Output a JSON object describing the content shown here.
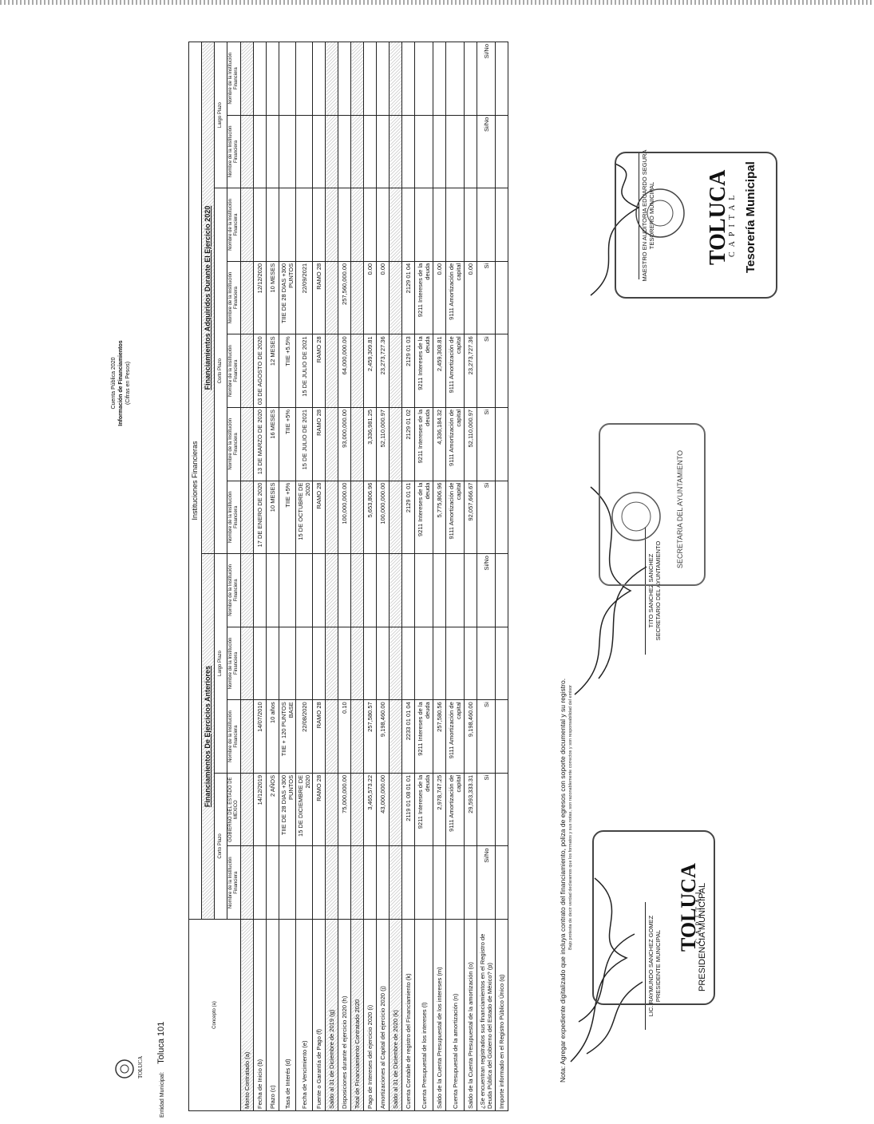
{
  "header": {
    "line1": "Cuenta Pública 2020",
    "line2": "Información de Financiamientos",
    "line3": "(Cifras en Pesos)"
  },
  "entidad": {
    "label": "Entidad Municipal:",
    "value": "Toluca 101"
  },
  "logo_text": "TOLUCA",
  "table": {
    "concept_header": "Concepto (a)",
    "group_header": "Instituciones Financieras",
    "section1_title": "Financiamientos De Ejercicios Anteriores",
    "section2_title": "Financiamientos Adquiridos Durante El Ejercicio 2020",
    "corto_plazo": "Corto Plazo",
    "largo_plazo": "Largo Plazo",
    "col_headers": [
      "Nombre de la Institución Financiera",
      "GOBIERNO DEL ESTADO DE MEXICO",
      "Nombre de la Institución Financiera",
      "Nombre de la Institución Financiera",
      "Nombre de la Institución Financiera",
      "Nombre de la Institución Financiera",
      "Nombre de la Institución Financiera",
      "Nombre de la Institución Financiera",
      "Nombre de la Institución Financiera",
      "Nombre de la Institución Financiera",
      "Nombre de la Institución Financiera",
      "Nombre de la Institución Financiera"
    ],
    "rows": [
      {
        "label": "Monto Contratado (a)",
        "cells": [
          "",
          "",
          "",
          "",
          "",
          "",
          "",
          "",
          "",
          "",
          "",
          ""
        ],
        "hatch": true
      },
      {
        "label": "Fecha de Inicio (b)",
        "cells": [
          "",
          "14/12/2019",
          "14/07/2010",
          "",
          "",
          "17 DE ENERO DE 2020",
          "13 DE MARZO DE 2020",
          "03 DE AGOSTO DE 2020",
          "12/12/2020",
          "",
          "",
          ""
        ]
      },
      {
        "label": "Plazo (c)",
        "cells": [
          "",
          "2 AÑOS",
          "10 años",
          "",
          "",
          "10 MESES",
          "16 MESES",
          "12 MESES",
          "10 MESES",
          "",
          "",
          ""
        ]
      },
      {
        "label": "Tasa de Interés (d)",
        "cells": [
          "",
          "TIIE DE 28 DIAS +300 PUNTOS",
          "TIIE + 120 PUNTOS BASE",
          "",
          "",
          "TIIE +5%",
          "TIIE +5%",
          "TIIE +5.5%",
          "TIIE DE 28 DIAS +300 PUNTOS",
          "",
          "",
          ""
        ]
      },
      {
        "label": "Fecha de Vencimiento (e)",
        "cells": [
          "",
          "15 DE DICIEMBRE DE 2020",
          "22/08/2020",
          "",
          "",
          "15 DE OCTUBRE DE 2020",
          "15 DE JULIO DE 2021",
          "15 DE JULIO DE 2021",
          "22/09/2021",
          "",
          "",
          ""
        ]
      },
      {
        "label": "Fuente o Garantía de Pago (f)",
        "cells": [
          "",
          "RAMO 28",
          "RAMO 28",
          "",
          "",
          "RAMO 28",
          "RAMO 28",
          "RAMO 28",
          "RAMO 28",
          "",
          "",
          ""
        ]
      },
      {
        "label": "Saldo al 31 de Diciembre de 2019 (g)",
        "cells": [
          "",
          "",
          "",
          "",
          "",
          "",
          "",
          "",
          "",
          "",
          "",
          ""
        ],
        "hatch": true
      },
      {
        "label": "Disposiciones durante el ejercicio 2020 (h)",
        "cells": [
          "",
          "75,000,000.00",
          "0.10",
          "",
          "",
          "100,000,000.00",
          "93,000,000.00",
          "64,000,000.00",
          "257,560,000.00",
          "",
          "",
          ""
        ]
      },
      {
        "label": "Total de Financiamiento Contratado 2020",
        "cells": [
          "",
          "",
          "",
          "",
          "",
          "",
          "",
          "",
          "",
          "",
          "",
          ""
        ],
        "hatch": true
      },
      {
        "label": "Pago de Intereses del ejercicio 2020 (i)",
        "cells": [
          "",
          "3,465,573.22",
          "257,580.57",
          "",
          "",
          "5,653,806.96",
          "3,336,981.25",
          "2,459,309.81",
          "0.00",
          "",
          "",
          ""
        ]
      },
      {
        "label": "Amortizaciones al Capital del ejercicio 2020 (j)",
        "cells": [
          "",
          "43,000,000.00",
          "9,198,460.00",
          "",
          "",
          "100,000,000.00",
          "52,110,000.97",
          "23,273,727.36",
          "0.00",
          "",
          "",
          ""
        ]
      },
      {
        "label": "Saldo al 31 de Diciembre de 2020 (k)",
        "cells": [
          "",
          "",
          "",
          "",
          "",
          "",
          "",
          "",
          "",
          "",
          "",
          ""
        ],
        "hatch": true
      },
      {
        "label": "Cuenta Contable de registro del Financiamiento (k)",
        "cells": [
          "",
          "2119 01 08 01 01",
          "2233 01 01 04",
          "",
          "",
          "2129 01 01",
          "2129 01 02",
          "2129 01 03",
          "2129 01 04",
          "",
          "",
          ""
        ]
      },
      {
        "label": "Cuenta Presupuestal de los intereses (l)",
        "cells": [
          "",
          "9211 Intereses de la deuda",
          "9211 Intereses de la deuda",
          "",
          "",
          "9211 Intereses de la deuda",
          "9211 Intereses de la deuda",
          "9211 Intereses de la deuda",
          "9211 Intereses de la deuda",
          "",
          "",
          ""
        ],
        "tall": true
      },
      {
        "label": "Saldo de la Cuenta Presupuestal de los intereses (m)",
        "cells": [
          "",
          "2,978,747.25",
          "257,580.56",
          "",
          "",
          "5,775,806.96",
          "4,336,184.32",
          "2,459,308.81",
          "0.00",
          "",
          "",
          ""
        ]
      },
      {
        "label": "Cuenta Presupuestal de la amortización (n)",
        "cells": [
          "",
          "9111 Amortización de capital",
          "9111 Amortización de capital",
          "",
          "",
          "9111 Amortización de capital",
          "9111 Amortización de capital",
          "9111 Amortización de capital",
          "9111 Amortización de capital",
          "",
          "",
          ""
        ],
        "tall": true
      },
      {
        "label": "Saldo de la Cuenta Presupuestal de la amortización (o)",
        "cells": [
          "",
          "29,593,333.31",
          "9,198,460.00",
          "",
          "",
          "92,057,666.67",
          "52,110,000.97",
          "23,273,727.36",
          "0.00",
          "",
          "",
          ""
        ]
      },
      {
        "label": "¿Se encuentran registrados sus financiamientos en el Registro de Deuda Pública del Gobierno del Estado de México? (p)",
        "cells": [
          "Si/No",
          "Si",
          "Si",
          "",
          "Si/No",
          "Si",
          "Si",
          "Si",
          "Si",
          "",
          "Si/No",
          "Si/No"
        ],
        "tall": true
      },
      {
        "label": "Importe informado en el Registro Público Único (q)",
        "cells": [
          "",
          "",
          "",
          "",
          "",
          "",
          "",
          "",
          "",
          "",
          "",
          ""
        ]
      }
    ]
  },
  "nota": "Nota: Agregar expediente digitalizado que incluya contrato del financiamiento, poliza de egresos con soporte documental y su registro.",
  "nota_small": "Bajo protesta de decir verdad declaramos que los formatos y sus notas, son razonablemente correctos y son responsabilidad del emisor",
  "signatures": {
    "s1_name": "LIC. RAYMUNDO SANCHEZ GOMEZ",
    "s1_title": "PRESIDENTE MUNICIPAL",
    "s2_name": "TITO SANCHEZ SANCHEZ",
    "s2_title": "SECRETARIO DEL AYUNTAMIENTO",
    "s3_name": "MAESTRO EN AUDITORIA EDUARDO SEGURA",
    "s3_title": "TESORERO MUNICIPAL"
  },
  "stamps": {
    "st1_brand": "TOLUCA",
    "st1_sub": "CAPITAL",
    "st1_label": "PRESIDENCIA MUNICIPAL",
    "st2_label": "SECRETARIA DEL AYUNTAMIENTO",
    "st3_brand": "TOLUCA",
    "st3_sub": "CAPITAL",
    "st3_label": "Tesorería Municipal"
  }
}
